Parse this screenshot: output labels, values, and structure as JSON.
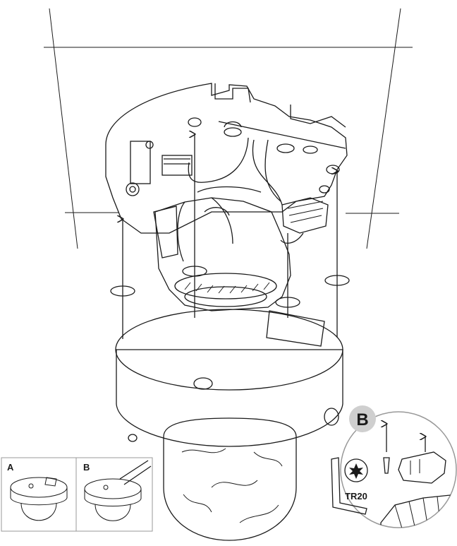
{
  "inset_a": {
    "label": "A"
  },
  "inset_b": {
    "label": "B"
  },
  "detail_b": {
    "badge": "B",
    "tool_label": "TR20"
  }
}
